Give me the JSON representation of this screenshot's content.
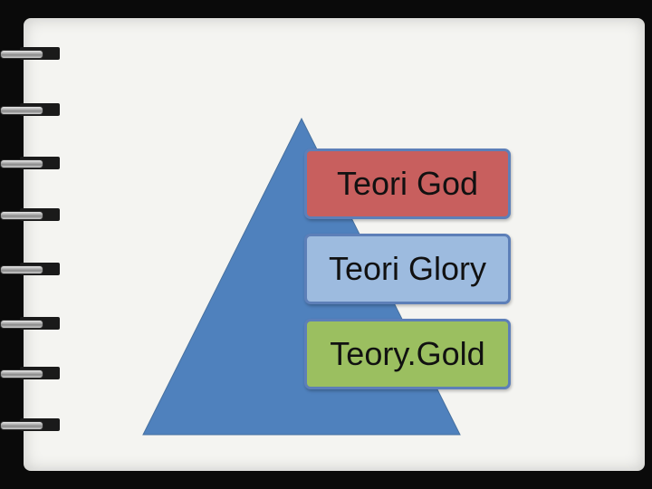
{
  "diagram": {
    "levels": [
      {
        "label": "Teori God",
        "color": "#c85f5e"
      },
      {
        "label": "Teori Glory",
        "color": "#9dbbdf"
      },
      {
        "label": "Teory.Gold",
        "color": "#9bbf60"
      }
    ],
    "pyramid_color": "#4f81bd"
  }
}
